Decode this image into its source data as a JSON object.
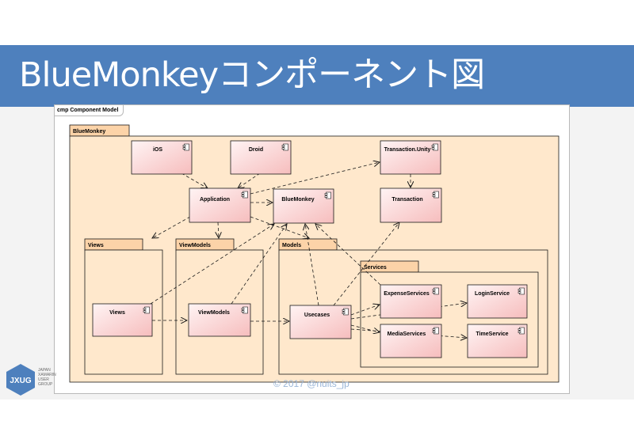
{
  "slide": {
    "title": "BlueMonkeyコンポーネント図",
    "copyright": "© 2017 @nuits_jp"
  },
  "diagram": {
    "frame_label": "cmp Component Model",
    "packages": {
      "bluemonkey": "BlueMonkey",
      "views": "Views",
      "viewmodels": "ViewModels",
      "models": "Models",
      "services": "Services"
    },
    "components": {
      "ios": "iOS",
      "droid": "Droid",
      "transaction_unity": "Transaction.Unity",
      "application": "Application",
      "bluemonkey": "BlueMonkey",
      "transaction": "Transaction",
      "views": "Views",
      "viewmodels": "ViewModels",
      "usecases": "Usecases",
      "expense_services": "ExpenseServices",
      "media_services": "MediaServices",
      "login_service": "LoginService",
      "time_service": "TimeService"
    },
    "colors": {
      "package_fill": "#ffe8cc",
      "package_tab": "#fcd3a8",
      "component_fill": "#fcd2d2",
      "stroke": "#1a1a1a"
    }
  },
  "logo": {
    "text": "JXUG",
    "lines": [
      "JAPAN",
      "XAMARIN",
      "USER",
      "GROUP"
    ],
    "color": "#4e80bd"
  }
}
